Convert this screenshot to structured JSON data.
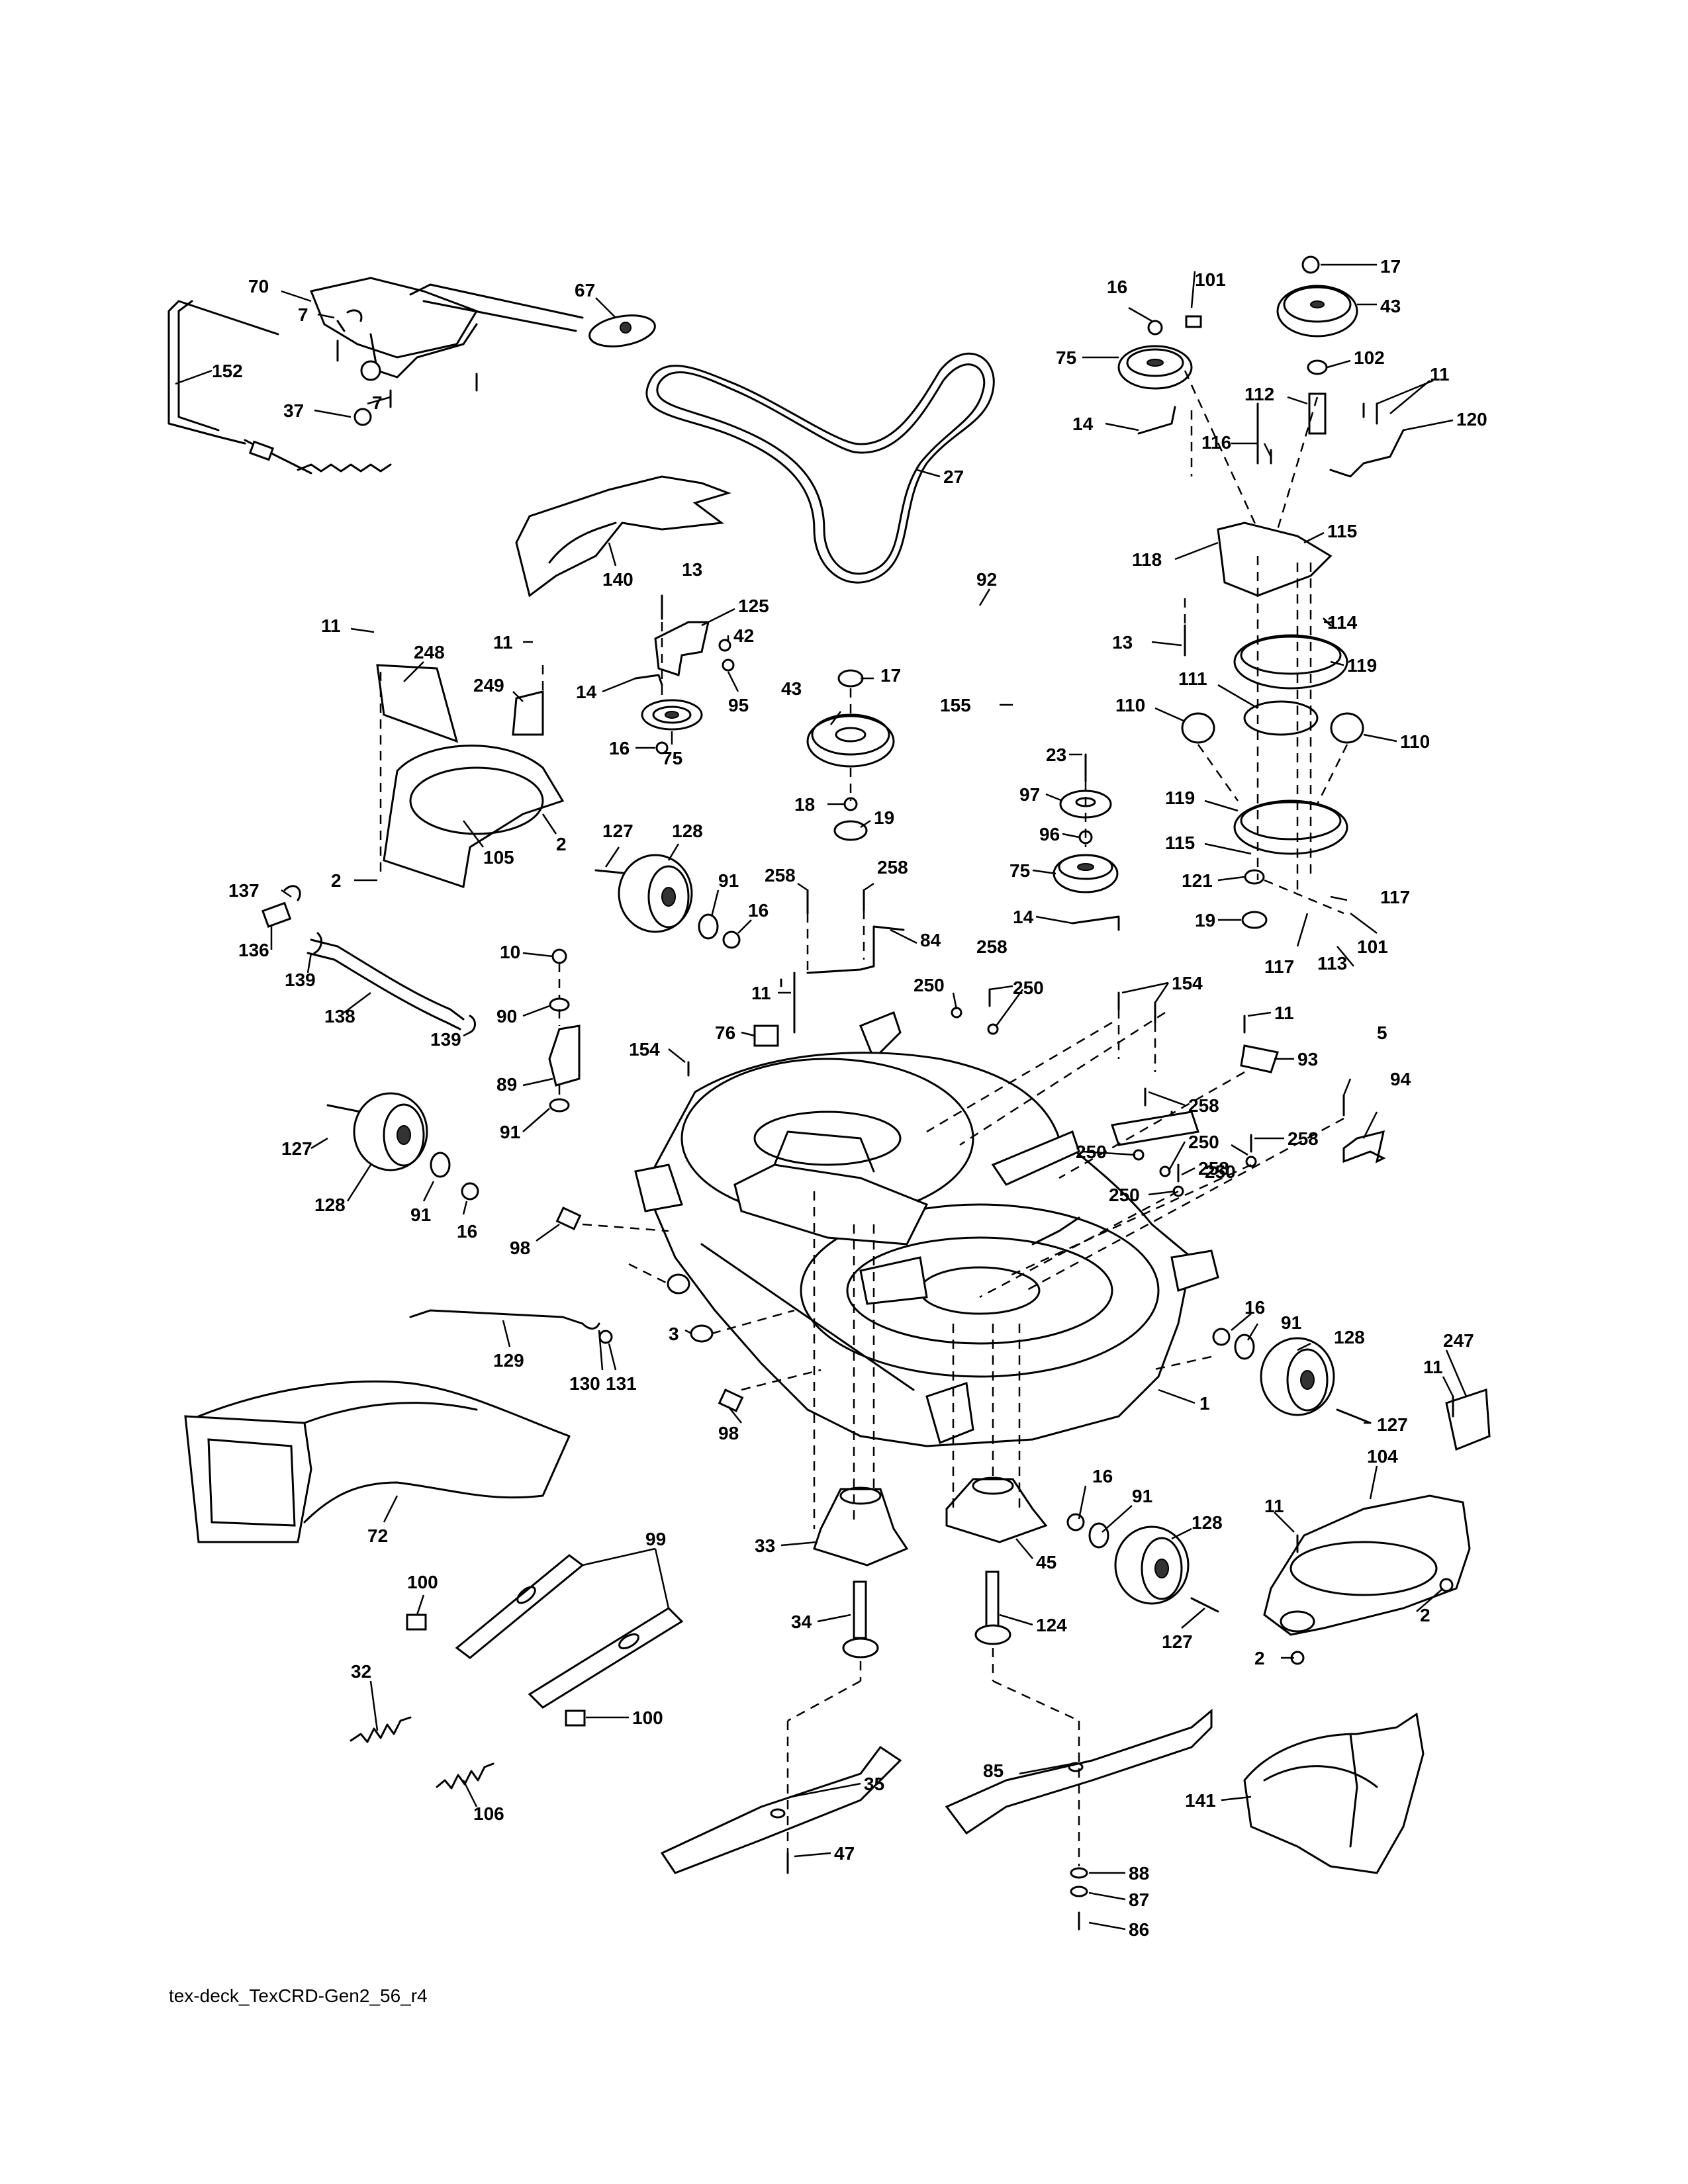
{
  "drawing": {
    "caption": "tex-deck_TexCRD-Gen2_56_r4",
    "callouts": {
      "c70": "70",
      "c67": "67",
      "c7a": "7",
      "c7b": "7",
      "c152": "152",
      "c37": "37",
      "c27": "27",
      "c140": "140",
      "c13a": "13",
      "c125": "125",
      "c42": "42",
      "c95": "95",
      "c14a": "14",
      "c75a": "75",
      "c16a": "16",
      "c11a": "11",
      "c248": "248",
      "c11b": "11",
      "c249": "249",
      "c105": "105",
      "c2a": "2",
      "c2b": "2",
      "c92": "92",
      "c155": "155",
      "c43a": "43",
      "c17a": "17",
      "c18": "18",
      "c19a": "19",
      "c16b": "16",
      "c101a": "101",
      "c17b": "17",
      "c43b": "43",
      "c75b": "75",
      "c102": "102",
      "c112": "112",
      "c11c": "11",
      "c120": "120",
      "c14b": "14",
      "c116": "116",
      "c115a": "115",
      "c118": "118",
      "c114": "114",
      "c13b": "13",
      "c119a": "119",
      "c111": "111",
      "c110a": "110",
      "c110b": "110",
      "c119b": "119",
      "c115b": "115",
      "c121": "121",
      "c117a": "117",
      "c19b": "19",
      "c101b": "101",
      "c117b": "117",
      "c113": "113",
      "c23": "23",
      "c97": "97",
      "c96": "96",
      "c75c": "75",
      "c14c": "14",
      "c137": "137",
      "c136": "136",
      "c139a": "139",
      "c138": "138",
      "c139b": "139",
      "c127a": "127",
      "c128a": "128",
      "c91a": "91",
      "c16c": "16",
      "c10": "10",
      "c90": "90",
      "c89": "89",
      "c91b": "91",
      "c258a": "258",
      "c258b": "258",
      "c84": "84",
      "c11d": "11",
      "c76": "76",
      "c250a": "250",
      "c258c": "258",
      "c250b": "250",
      "c154a": "154",
      "c154b": "154",
      "c11e": "11",
      "c93": "93",
      "c5": "5",
      "c94": "94",
      "c258d": "258",
      "c250c": "250",
      "c250d": "250",
      "c250e": "250",
      "c258e": "258",
      "c258f": "258",
      "c250f": "250",
      "c127b": "127",
      "c128b": "128",
      "c91c": "91",
      "c16d": "16",
      "c98a": "98",
      "c129": "129",
      "c130": "130",
      "c131": "131",
      "c3": "3",
      "c98b": "98",
      "c1": "1",
      "c16e": "16",
      "c91d": "91",
      "c128c": "128",
      "c247": "247",
      "c11f": "11",
      "c127c": "127",
      "c104": "104",
      "c11g": "11",
      "c2c": "2",
      "c2d": "2",
      "c72": "72",
      "c99": "99",
      "c100a": "100",
      "c100b": "100",
      "c32": "32",
      "c106": "106",
      "c33": "33",
      "c45": "45",
      "c34": "34",
      "c124": "124",
      "c16f": "16",
      "c91e": "91",
      "c128d": "128",
      "c127d": "127",
      "c35": "35",
      "c47": "47",
      "c85": "85",
      "c88": "88",
      "c87": "87",
      "c86": "86",
      "c141": "141"
    }
  }
}
